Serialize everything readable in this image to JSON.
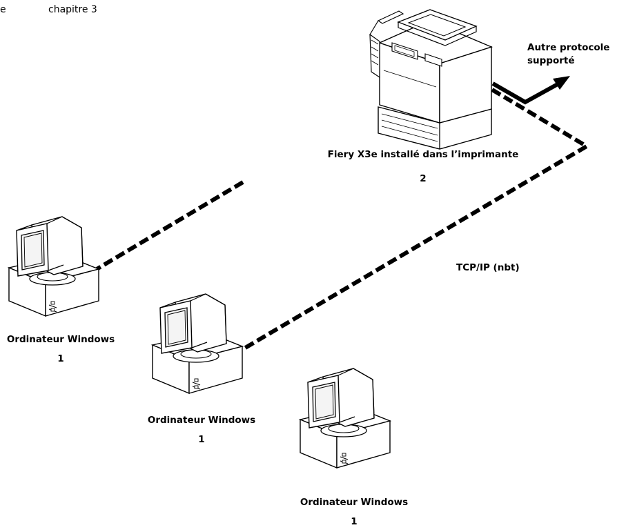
{
  "header": {
    "letter": "e",
    "chapter": "chapitre 3"
  },
  "printer": {
    "label": "Fiery X3e installé dans l’imprimante",
    "number": "2"
  },
  "other_protocol": {
    "line1": "Autre protocole",
    "line2": "supporté"
  },
  "network": {
    "protocol_label": "TCP/IP (nbt)"
  },
  "computers": [
    {
      "label": "Ordinateur Windows",
      "number": "1"
    },
    {
      "label": "Ordinateur Windows",
      "number": "1"
    },
    {
      "label": "Ordinateur Windows",
      "number": "1"
    }
  ],
  "colors": {
    "ink": "#000000",
    "paper": "#ffffff",
    "shade": "#f4f4f4"
  }
}
